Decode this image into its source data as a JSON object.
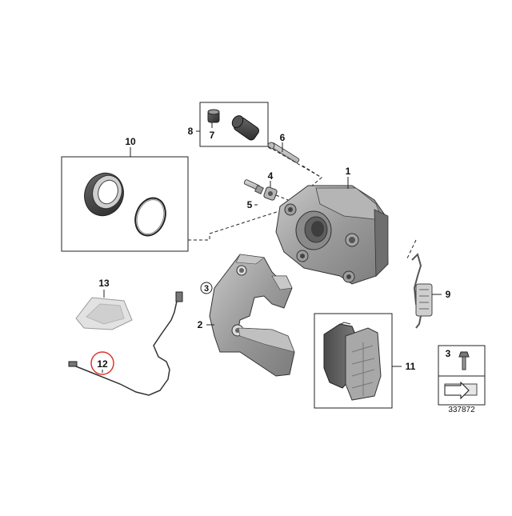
{
  "diagram": {
    "callouts": {
      "p1": "1",
      "p2": "2",
      "p3": "3",
      "p4": "4",
      "p5": "5",
      "p6": "6",
      "p7": "7",
      "p8": "8",
      "p9": "9",
      "p10": "10",
      "p11": "11",
      "p12": "12",
      "p13": "13",
      "legend_3": "3"
    },
    "document_number": "337872",
    "highlight_color": "#e0332c"
  }
}
